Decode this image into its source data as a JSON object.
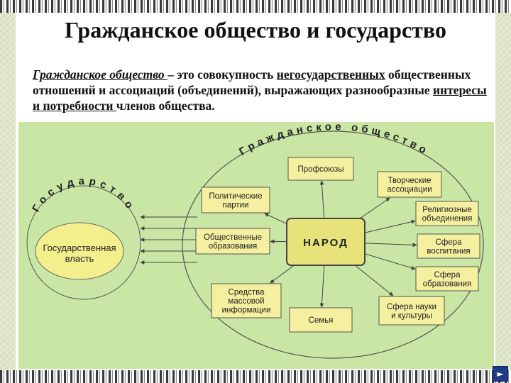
{
  "slide": {
    "title": "Гражданское общество и государство",
    "definition": {
      "term": "Гражданское общество ",
      "part1": "– это совокупность ",
      "link1": "негосударственных",
      "part2": " общественных отношений и ассоциаций (объединений), выражающих разнообразные ",
      "link2": "интересы и потребности ",
      "part3": "членов общества."
    }
  },
  "diagram": {
    "society_arc_label": "Гражданское общество",
    "state_arc_label": "Государство",
    "state_power_line1": "Государственная",
    "state_power_line2": "власть",
    "center_label": "НАРОД",
    "boxes": [
      {
        "id": "profsoyuzy",
        "lines": [
          "Профсоюзы"
        ]
      },
      {
        "id": "tvorcheskie",
        "lines": [
          "Творческие",
          "ассоциации"
        ]
      },
      {
        "id": "politicheskie",
        "lines": [
          "Политические",
          "партии"
        ]
      },
      {
        "id": "religioznye",
        "lines": [
          "Религиозные",
          "объединения"
        ]
      },
      {
        "id": "obshchestvennye",
        "lines": [
          "Общественные",
          "образования"
        ]
      },
      {
        "id": "vospitaniya",
        "lines": [
          "Сфера",
          "воспитания"
        ]
      },
      {
        "id": "obrazovaniya",
        "lines": [
          "Сфера",
          "образования"
        ]
      },
      {
        "id": "smi",
        "lines": [
          "Средства",
          "массовой",
          "информации"
        ]
      },
      {
        "id": "semya",
        "lines": [
          "Семья"
        ]
      },
      {
        "id": "nauki",
        "lines": [
          "Сфера науки",
          "и культуры"
        ]
      }
    ],
    "colors": {
      "background": "#c9e6a5",
      "box_fill": "#f5f0a0",
      "center_fill": "#e8e27a",
      "state_fill": "#f2ef8c",
      "outline": "#555555",
      "text": "#222222"
    }
  }
}
